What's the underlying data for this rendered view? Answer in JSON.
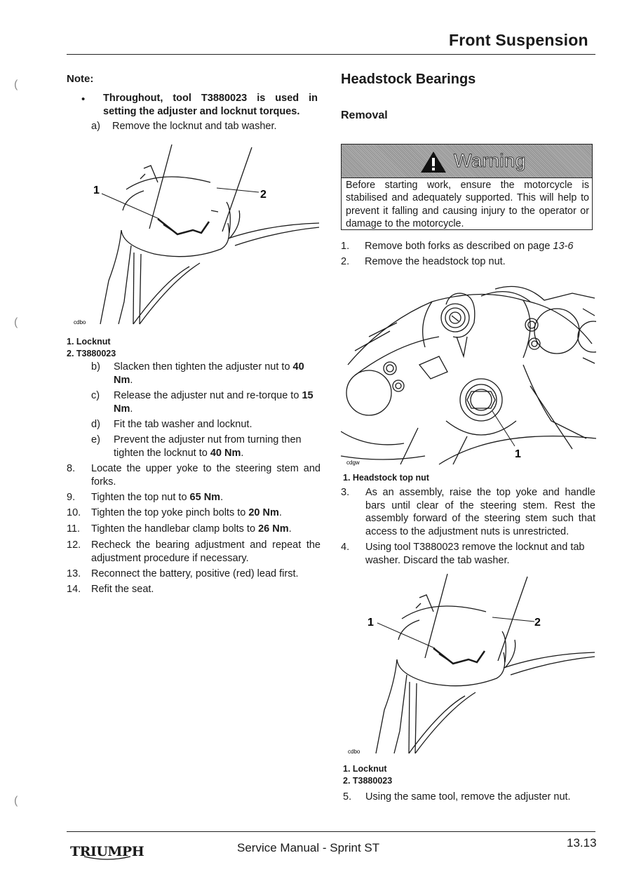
{
  "header": {
    "title": "Front Suspension"
  },
  "left": {
    "note_label": "Note:",
    "note_bullet": "Throughout, tool T3880023 is used in setting the adjuster and locknut torques.",
    "step_a": {
      "marker": "a)",
      "text": "Remove the locknut and tab washer."
    },
    "figure1": {
      "code": "cdbo",
      "callout_1": "1",
      "callout_2": "2",
      "caption_1": "1. Locknut",
      "caption_2": "2. T3880023"
    },
    "step_b": {
      "marker": "b)",
      "text": "Slacken then tighten the adjuster nut to",
      "value": "40 Nm",
      "end": "."
    },
    "step_c": {
      "marker": "c)",
      "text": "Release the adjuster nut and re-torque to",
      "value": "15 Nm",
      "end": "."
    },
    "step_d": {
      "marker": "d)",
      "text": "Fit the tab washer and locknut."
    },
    "step_e": {
      "marker": "e)",
      "text": "Prevent the adjuster nut from turning then tighten the locknut to",
      "value": "40 Nm",
      "end": "."
    },
    "step_8": {
      "marker": "8.",
      "text": "Locate the upper yoke to the steering stem and forks."
    },
    "step_9": {
      "marker": "9.",
      "text": "Tighten the top nut to",
      "value": "65 Nm",
      "end": "."
    },
    "step_10": {
      "marker": "10.",
      "text": "Tighten the top yoke pinch bolts to",
      "value": "20 Nm",
      "end": "."
    },
    "step_11": {
      "marker": "11.",
      "text": "Tighten the handlebar clamp bolts to",
      "value": "26 Nm",
      "end": "."
    },
    "step_12": {
      "marker": "12.",
      "text": "Recheck the bearing adjustment and repeat the adjustment procedure if necessary."
    },
    "step_13": {
      "marker": "13.",
      "text": "Reconnect the battery, positive (red) lead first."
    },
    "step_14": {
      "marker": "14.",
      "text": "Refit the seat."
    }
  },
  "right": {
    "heading": "Headstock Bearings",
    "subheading": "Removal",
    "warning": {
      "title": "Warning",
      "body": "Before starting work, ensure the motorcycle is stabilised and adequately supported. This will help to prevent it falling and causing injury to the operator or damage to the motorcycle."
    },
    "step_1": {
      "marker": "1.",
      "text": "Remove both forks as described on page",
      "ref": "13-6"
    },
    "step_2": {
      "marker": "2.",
      "text": "Remove the headstock top nut."
    },
    "figure2": {
      "code": "cdgw",
      "callout_1": "1",
      "caption_1": "1. Headstock top nut"
    },
    "step_3": {
      "marker": "3.",
      "text": "As an assembly, raise the top yoke and handle bars until clear of the steering stem. Rest the assembly forward of the steering stem such that access to the adjustment nuts is unrestricted."
    },
    "step_4": {
      "marker": "4.",
      "text": "Using tool T3880023 remove the locknut and tab washer. Discard the tab washer."
    },
    "figure3": {
      "code": "cdbo",
      "callout_1": "1",
      "callout_2": "2",
      "caption_1": "1. Locknut",
      "caption_2": "2. T3880023"
    },
    "step_5": {
      "marker": "5.",
      "text": "Using the same tool, remove the adjuster nut."
    }
  },
  "footer": {
    "brand": "TRIUMPH",
    "manual": "Service Manual - Sprint ST",
    "page": "13.13"
  }
}
